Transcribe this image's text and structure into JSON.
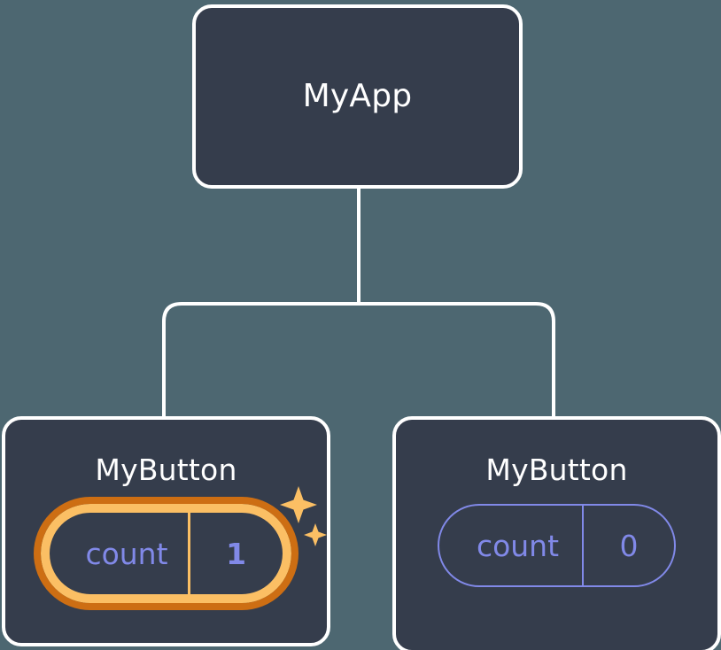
{
  "theme": {
    "background": "#4d6771",
    "node_fill": "#353d4c",
    "node_border": "#ffffff",
    "connector": "#ffffff",
    "state_text": "#8189e8",
    "highlight_inner": "#fbbf64",
    "highlight_outer": "#cd6e13",
    "title_text": "#ffffff"
  },
  "tree": {
    "root": {
      "title": "MyApp"
    },
    "children": [
      {
        "title": "MyButton",
        "state": {
          "key": "count",
          "value": "1"
        },
        "highlighted": true,
        "sparkle_large": "sparkle-icon",
        "sparkle_small": "sparkle-icon"
      },
      {
        "title": "MyButton",
        "state": {
          "key": "count",
          "value": "0"
        },
        "highlighted": false
      }
    ]
  }
}
